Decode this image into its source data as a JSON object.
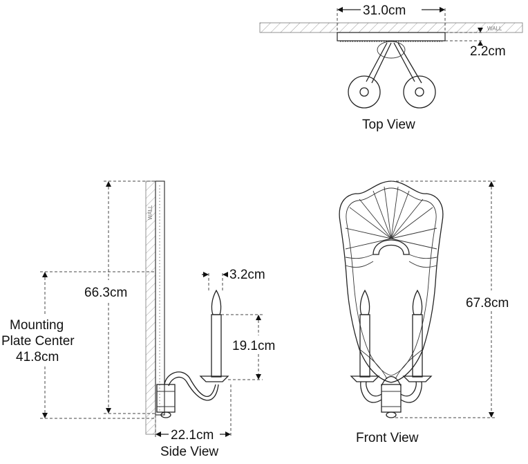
{
  "views": {
    "top": {
      "title": "Top View",
      "wall_label": "WALL",
      "width_dim": "31.0cm",
      "depth_dim": "2.2cm"
    },
    "side": {
      "title": "Side View",
      "wall_label": "WALL",
      "height_dim": "66.3cm",
      "candle_width_dim": "3.2cm",
      "candle_height_dim": "19.1cm",
      "extension_dim": "22.1cm",
      "mounting_label_line1": "Mounting",
      "mounting_label_line2": "Plate Center",
      "mounting_value": "41.8cm"
    },
    "front": {
      "title": "Front View",
      "height_dim": "67.8cm"
    }
  }
}
